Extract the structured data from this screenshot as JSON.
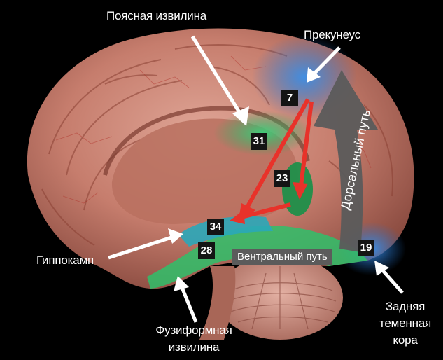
{
  "labels": {
    "cingulate": "Поясная извилина",
    "precuneus": "Прекунеус",
    "hippocampus": "Гиппокамп",
    "fusiform_line1": "Фузиформная",
    "fusiform_line2": "извилина",
    "parietal_line1": "Задняя",
    "parietal_line2": "теменная",
    "parietal_line3": "кора"
  },
  "pathways": {
    "ventral": "Вентральный путь",
    "dorsal": "Дорсальный путь"
  },
  "areas": {
    "a7": "7",
    "a31": "31",
    "a23": "23",
    "a34": "34",
    "a28": "28",
    "a19": "19"
  },
  "colors": {
    "background": "#000000",
    "brain": "#c77d6f",
    "highlight_green": "#2fbf6a",
    "highlight_blue": "#2a7fd4",
    "arrow_red": "#e8322a",
    "pathway_gray": "#5b5b5b"
  }
}
